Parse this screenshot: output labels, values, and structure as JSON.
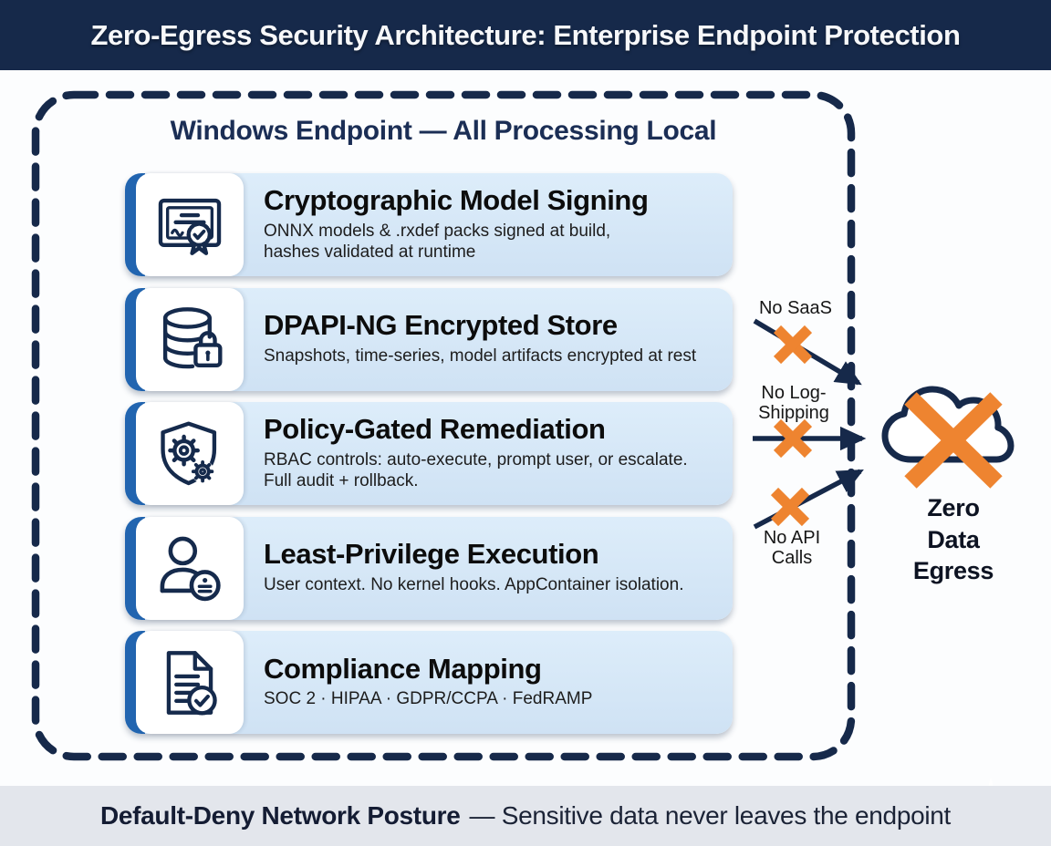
{
  "header": {
    "title": "Zero-Egress Security Architecture: Enterprise Endpoint Protection"
  },
  "endpoint_box": {
    "title": "Windows Endpoint — All Processing Local",
    "cards": [
      {
        "icon": "certificate-seal-icon",
        "title": "Cryptographic Model Signing",
        "description": "ONNX models & .rxdef packs signed at build,\nhashes validated at runtime"
      },
      {
        "icon": "database-lock-icon",
        "title": "DPAPI-NG Encrypted Store",
        "description": "Snapshots, time-series, model artifacts encrypted at rest"
      },
      {
        "icon": "shield-gears-icon",
        "title": "Policy-Gated Remediation",
        "description": "RBAC controls: auto-execute, prompt user, or escalate.\nFull audit + rollback."
      },
      {
        "icon": "user-badge-icon",
        "title": "Least-Privilege Execution",
        "description": "User context. No kernel hooks. AppContainer isolation."
      },
      {
        "icon": "document-check-icon",
        "title": "Compliance Mapping",
        "description": "SOC 2 · HIPAA · GDPR/CCPA · FedRAMP"
      }
    ]
  },
  "egress": {
    "blocked_channels": [
      {
        "label": "No SaaS"
      },
      {
        "label": "No Log-\nShipping"
      },
      {
        "label": "No API\nCalls"
      }
    ],
    "destination_label": "Zero Data\nEgress",
    "cloud_icon": "cloud-blocked-icon"
  },
  "footer": {
    "heading": "Default-Deny Network Posture",
    "tagline": "— Sensitive data never leaves the endpoint"
  },
  "palette": {
    "navy": "#16294a",
    "accent": "#2265b0",
    "card-top": "#ddedfa",
    "card-bot": "#cfe2f4",
    "orange": "#ee8430",
    "footer-bg": "#e3e6ec"
  }
}
